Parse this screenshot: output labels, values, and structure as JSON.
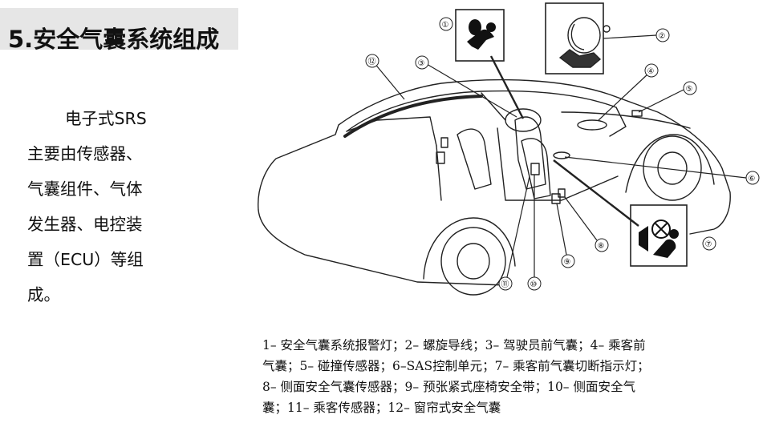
{
  "title": "5.安全气囊系统组成",
  "body_lines": [
    "电子式SRS",
    "主要由传感器、",
    "气囊组件、气体",
    "发生器、电控装",
    "置（ECU）等组",
    "成。"
  ],
  "callouts": [
    "①",
    "②",
    "③",
    "④",
    "⑤",
    "⑥",
    "⑦",
    "⑧",
    "⑨",
    "⑩",
    "⑪",
    "⑫"
  ],
  "caption_lines": [
    "1– 安全气囊系统报警灯；2– 螺旋导线；3– 驾驶员前气囊；4– 乘客前",
    "气囊；5– 碰撞传感器；6–SAS控制单元；7– 乘客前气囊切断指示灯；",
    "8– 侧面安全气囊传感器；9– 预张紧式座椅安全带；10– 侧面安全气",
    "囊；11– 乘客传感器；12– 窗帘式安全气囊"
  ]
}
